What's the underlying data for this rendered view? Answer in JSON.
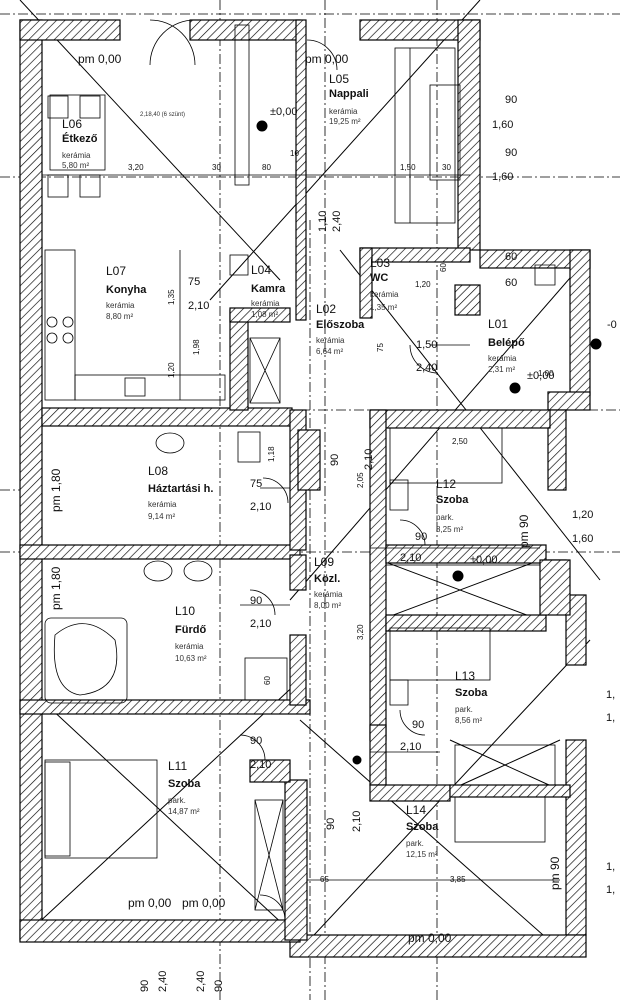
{
  "rooms": [
    {
      "id": "L05",
      "name": "Nappali",
      "material": "kerámia",
      "area": "19,25 m²"
    },
    {
      "id": "L06",
      "name": "Étkező",
      "material": "kerámia",
      "area": "5,80 m²"
    },
    {
      "id": "L07",
      "name": "Konyha",
      "material": "kerámia",
      "area": "8,80 m²"
    },
    {
      "id": "L04",
      "name": "Kamra",
      "material": "kerámia",
      "area": "1,08 m²"
    },
    {
      "id": "L03",
      "name": "WC",
      "material": "kerámia",
      "area": "1,35 m²"
    },
    {
      "id": "L02",
      "name": "Előszoba",
      "material": "kerámia",
      "area": "6,64 m²"
    },
    {
      "id": "L01",
      "name": "Belépő",
      "material": "kerámia",
      "area": "2,31 m²"
    },
    {
      "id": "L08",
      "name": "Háztartási h.",
      "material": "kerámia",
      "area": "9,14 m²"
    },
    {
      "id": "L12",
      "name": "Szoba",
      "material": "park.",
      "area": "8,25 m²"
    },
    {
      "id": "L09",
      "name": "Közl.",
      "material": "kerámia",
      "area": "8,00 m²"
    },
    {
      "id": "L10",
      "name": "Fürdő",
      "material": "kerámia",
      "area": "10,63 m²"
    },
    {
      "id": "L13",
      "name": "Szoba",
      "material": "park.",
      "area": "8,56 m²"
    },
    {
      "id": "L11",
      "name": "Szoba",
      "material": "park.",
      "area": "14,87 m²"
    },
    {
      "id": "L14",
      "name": "Szoba",
      "material": "park.",
      "area": "12,15 m²"
    }
  ],
  "levels": {
    "top_left": "pm 0,00",
    "top_right": "pm 0,00",
    "bottom_a": "pm 0,00",
    "bottom_b": "pm 0,00",
    "bottom_right": "pm 0,00",
    "left_a": "pm 1,80",
    "left_b": "pm 1,80",
    "right_a": "pm 90",
    "right_b": "pm 90",
    "zero_a": "±0,00",
    "zero_b": "±0,00",
    "zero_c": "±0,00",
    "minus_edge": "-0"
  },
  "dims": {
    "d90a": "90",
    "d160a": "1,60",
    "d90b": "90",
    "d160b": "1,60",
    "d320": "3,20",
    "d30": "30",
    "d80": "80",
    "d10": "10",
    "d150": "1,50",
    "d90v": "90",
    "d30b": "30",
    "d240": "2,40",
    "d110": "1,10",
    "d60a": "60",
    "d60b": "60",
    "d120wc": "1,20",
    "d75a": "75",
    "d210a": "2,10",
    "d135": "1,35",
    "d198": "1,98",
    "d120v": "1,20",
    "d75b": "75",
    "d150b": "1,50",
    "d240b": "2,40",
    "d100": "1,00",
    "d60v": "60",
    "d250": "2,50",
    "d210b": "2,10",
    "d90c": "90",
    "d210c": "2,10",
    "d205": "2,05",
    "d120r": "1,20",
    "d160r": "1,60",
    "d75c": "75",
    "d210d": "2,10",
    "d118": "1,18",
    "d90d": "90",
    "d90e": "90",
    "d210e": "2,10",
    "d320v": "3,20",
    "d90f": "90",
    "d210f": "2,10",
    "d90g": "90",
    "d210g": "2,10",
    "d60c": "60",
    "d90h": "90",
    "d210h": "2,10",
    "d65": "65",
    "d385": "3,85",
    "d1a": "1,",
    "d1b": "1,",
    "d1c": "1,",
    "d1d": "1,",
    "b90a": "90",
    "b240a": "2,40",
    "b90b": "2,40",
    "b240b": "90",
    "tiny_note": "2,18,40 (6 szünt)"
  }
}
